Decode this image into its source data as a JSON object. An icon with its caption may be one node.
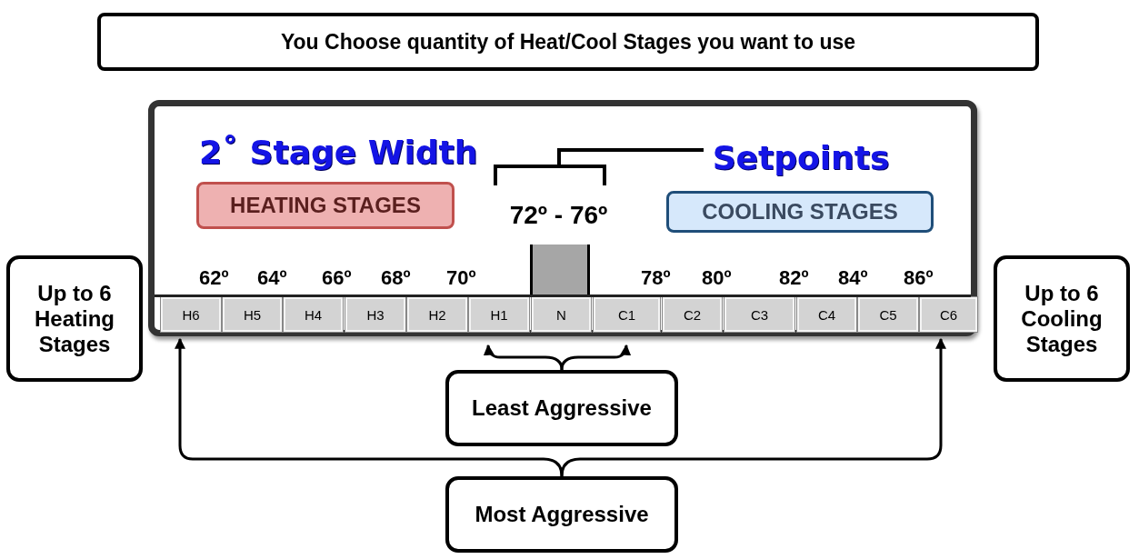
{
  "diagram": {
    "nodes": [
      {
        "text": [
          "You Choose quantity of Heat/Cool Stages you want to use"
        ]
      },
      {
        "text": [],
        "shape": "box"
      },
      {
        "text": [
          "Setpoints"
        ],
        "in": 1
      },
      {
        "text": [
          "HEATING STAGES"
        ],
        "in": 1
      },
      {
        "text": [
          "72º - 76º"
        ],
        "in": 1
      },
      {
        "text": [
          "COOLING STAGES"
        ],
        "in": 1
      },
      {
        "text": [
          "H6"
        ],
        "in": 1
      },
      {
        "text": [
          "H5"
        ],
        "in": 1
      },
      {
        "text": [
          "H4"
        ],
        "in": 1
      },
      {
        "text": [
          "H3"
        ],
        "in": 1
      },
      {
        "text": [
          "H2"
        ],
        "in": 1
      },
      {
        "text": [
          "H1"
        ],
        "in": 1
      },
      {
        "text": [
          "N"
        ],
        "in": 1
      },
      {
        "text": [
          "C1"
        ],
        "in": 1
      },
      {
        "text": [
          "C2"
        ],
        "in": 1
      },
      {
        "text": [
          "C3"
        ],
        "in": 1
      },
      {
        "text": [
          "C4"
        ],
        "in": 1
      },
      {
        "text": [
          "C5"
        ],
        "in": 1
      },
      {
        "text": [
          "C6"
        ],
        "in": 1
      },
      {
        "text": [
          "Up to 6 Heating Stages"
        ]
      },
      {
        "text": [
          "Up to 6 Cooling Stages"
        ]
      },
      {
        "text": [
          "Least Aggressive"
        ]
      },
      {
        "text": [
          "Most Aggressive"
        ]
      }
    ],
    "edges": [
      {
        "from": 2,
        "to": 4,
        "arrow": "none"
      },
      {
        "from": 21,
        "to": 11,
        "arrow": "to"
      },
      {
        "from": 21,
        "to": 13,
        "arrow": "to"
      },
      {
        "from": 22,
        "to": 6,
        "arrow": "to"
      },
      {
        "from": 22,
        "to": 18,
        "arrow": "to"
      }
    ],
    "labels": [
      "2˚ Stage Width",
      "62º",
      "64º",
      "66º",
      "68º",
      "70º",
      "78º",
      "80º",
      "82º",
      "84º",
      "86º"
    ]
  }
}
